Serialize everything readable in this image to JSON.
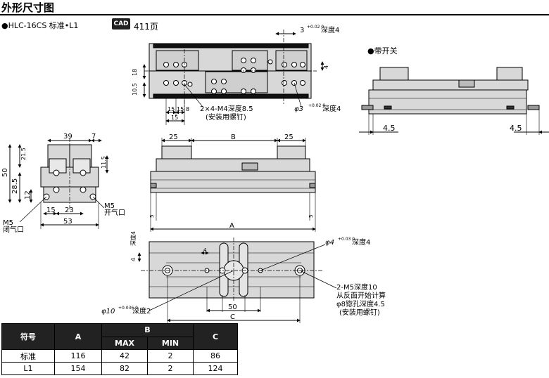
{
  "page": {
    "heading": "外形尺寸图",
    "model_label": "●HLC-16CS 标准•L1",
    "cad_badge": "CAD",
    "cad_page": "411页",
    "with_switch_label": "●带开关"
  },
  "dims": {
    "top_3": "3",
    "top_3_tol": "+0.02 0",
    "top_depth4": "深度4",
    "top_18": "18",
    "top_105": "10.5",
    "top_4": "4",
    "top_15a": "15",
    "top_15b": "15",
    "top_15c": "15",
    "top_8": "8",
    "top_m4": "2×4-M4深度8.5",
    "top_m4_sub": "(安装用螺钉)",
    "top_phi3": "φ3",
    "top_phi3_tol": "+0.02 0",
    "top_phi3_depth": "深度4",
    "sw_45a": "4.5",
    "sw_45b": "4.5",
    "side_39": "39",
    "side_7": "7",
    "side_215": "21.5",
    "side_50": "50",
    "side_115": "11.5",
    "side_285": "28.5",
    "side_12": "12",
    "side_15": "15",
    "side_23": "23",
    "side_53": "53",
    "side_m5_open": "M5",
    "side_open_port": "开气口",
    "side_m5_close": "M5",
    "side_close_port": "闭气口",
    "front_25a": "25",
    "front_b": "B",
    "front_25b": "25",
    "front_a": "A",
    "front_5a": "5",
    "front_5b": "5",
    "bot_depth4": "深度4",
    "bot_4": "4",
    "bot_4b": "4",
    "bot_phi4": "φ4",
    "bot_phi4_tol": "+0.03 0",
    "bot_phi4_depth": "深度4",
    "bot_m5_1": "2-M5深度10",
    "bot_m5_2": "从反面开始计算",
    "bot_m5_3": "φ8锪孔深度4.5",
    "bot_m5_4": "(安装用螺钉)",
    "bot_phi10": "φ10",
    "bot_phi10_tol": "+0.036 0",
    "bot_phi10_depth": "深度2",
    "bot_50": "50",
    "bot_c": "C"
  },
  "table": {
    "h_symbol": "符号",
    "h_a": "A",
    "h_b": "B",
    "h_max": "MAX",
    "h_min": "MIN",
    "h_c": "C",
    "rows": [
      {
        "name": "标准",
        "a": "116",
        "max": "42",
        "min": "2",
        "c": "86"
      },
      {
        "name": "L1",
        "a": "154",
        "max": "82",
        "min": "2",
        "c": "124"
      }
    ]
  }
}
